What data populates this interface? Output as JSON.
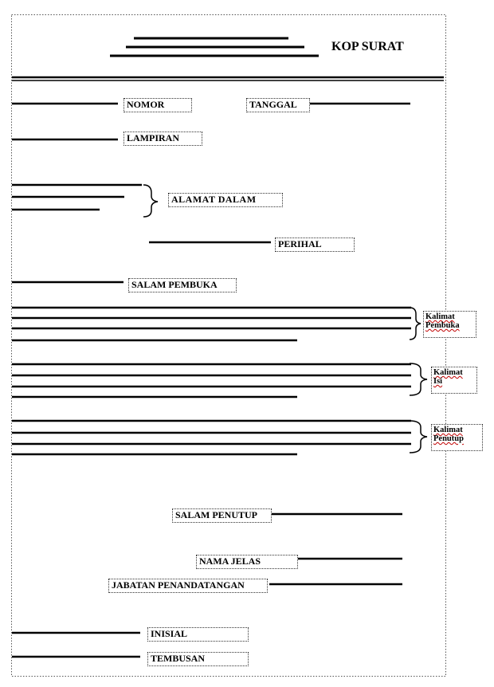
{
  "kop_surat": "KOP SURAT",
  "labels": {
    "nomor": "NOMOR",
    "tanggal": "TANGGAL",
    "lampiran": "LAMPIRAN",
    "alamat_dalam": "ALAMAT DALAM",
    "perihal": "PERIHAL",
    "salam_pembuka": "SALAM PEMBUKA",
    "kalimat_pembuka": [
      "Kalimat",
      "Pembuka"
    ],
    "kalimat_isi": [
      "Kalimat",
      "Isi"
    ],
    "kalimat_penutup": [
      "Kalimat",
      "Penutup"
    ],
    "salam_penutup": "SALAM PENUTUP",
    "nama_jelas": "NAMA JELAS",
    "jabatan": "JABATAN PENANDATANGAN",
    "inisial": "INISIAL",
    "tembusan": "TEMBUSAN"
  }
}
